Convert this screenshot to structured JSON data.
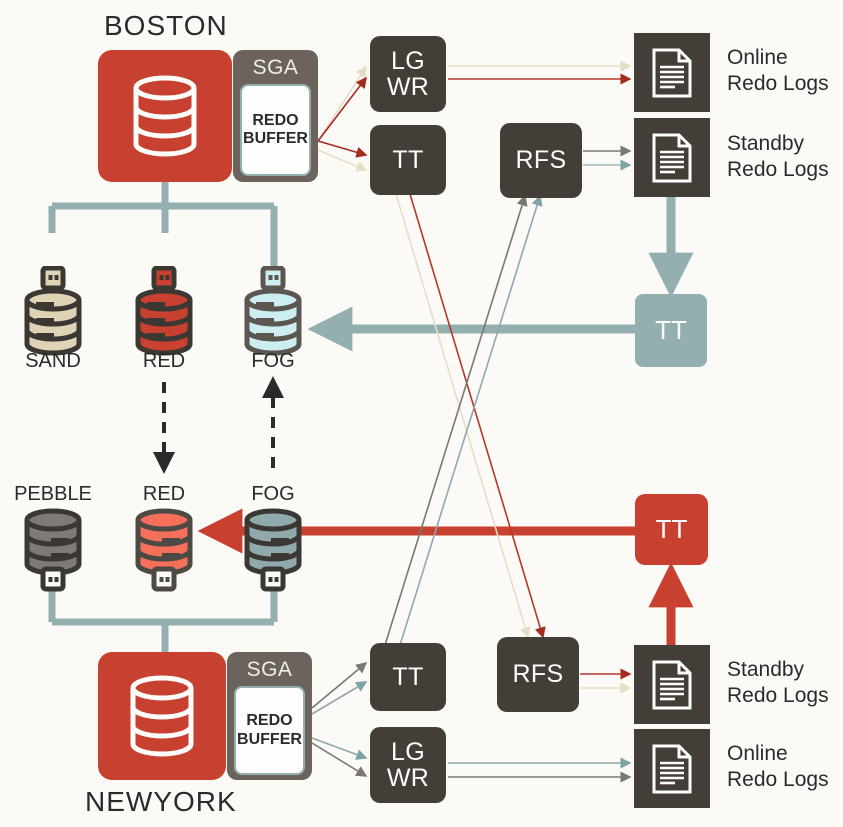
{
  "palette": {
    "background": "#fbfaf7",
    "red": "#c8402f",
    "dark": "#443e38",
    "teal": "#93afb0",
    "gray": "#6b635c",
    "cream": "#e6ddc4",
    "darkred": "#a62b1f",
    "salmon": "#f4705a",
    "sand": "#ded3b4",
    "fog": "#cdeef1",
    "steel": "#8fa9ad",
    "pebble": "#7e7a75"
  },
  "sites": {
    "boston": {
      "title": "BOSTON",
      "sga_label": "SGA",
      "redo_buffer_label": "REDO BUFFER",
      "redo_buffer_line1": "REDO",
      "redo_buffer_line2": "BUFFER",
      "drives": [
        {
          "name": "SAND",
          "color": "#ded3b4"
        },
        {
          "name": "RED",
          "color": "#c8402f"
        },
        {
          "name": "FOG",
          "color": "#cdeef1"
        }
      ],
      "processes": [
        {
          "id": "lgwr",
          "label_line1": "LG",
          "label_line2": "WR"
        },
        {
          "id": "tt",
          "label_line1": "TT",
          "label_line2": ""
        },
        {
          "id": "rfs",
          "label_line1": "RFS",
          "label_line2": ""
        }
      ],
      "logs": [
        {
          "id": "online",
          "line1": "Online",
          "line2": "Redo Logs"
        },
        {
          "id": "standby",
          "line1": "Standby",
          "line2": "Redo Logs"
        }
      ],
      "transport": {
        "id": "tt-teal",
        "label": "TT",
        "color": "#93afb0"
      }
    },
    "newyork": {
      "title": "NEWYORK",
      "sga_label": "SGA",
      "redo_buffer_label": "REDO BUFFER",
      "redo_buffer_line1": "REDO",
      "redo_buffer_line2": "BUFFER",
      "drives": [
        {
          "name": "PEBBLE",
          "color": "#7e7a75"
        },
        {
          "name": "RED",
          "color": "#f4705a"
        },
        {
          "name": "FOG",
          "color": "#8fa9ad"
        }
      ],
      "processes": [
        {
          "id": "tt",
          "label_line1": "TT",
          "label_line2": ""
        },
        {
          "id": "lgwr",
          "label_line1": "LG",
          "label_line2": "WR"
        },
        {
          "id": "rfs",
          "label_line1": "RFS",
          "label_line2": ""
        }
      ],
      "logs": [
        {
          "id": "standby",
          "line1": "Standby",
          "line2": "Redo Logs"
        },
        {
          "id": "online",
          "line1": "Online",
          "line2": "Redo Logs"
        }
      ],
      "transport": {
        "id": "tt-red",
        "label": "TT",
        "color": "#c8402f"
      }
    }
  },
  "connections": {
    "dashed": [
      {
        "from": "boston-red-drive",
        "to": "newyork-red-drive",
        "direction": "down"
      },
      {
        "from": "newyork-fog-drive",
        "to": "boston-fog-drive",
        "direction": "up"
      }
    ],
    "thick": [
      {
        "from": "newyork-tt-transport",
        "to": "boston-fog-drive",
        "color": "#93afb0"
      },
      {
        "from": "boston-tt-transport",
        "to": "newyork-red-drive",
        "color": "#c8402f"
      }
    ]
  },
  "icons": {
    "database": "database-cylinder-icon",
    "document": "document-page-icon",
    "drive": "usb-drive-icon"
  }
}
